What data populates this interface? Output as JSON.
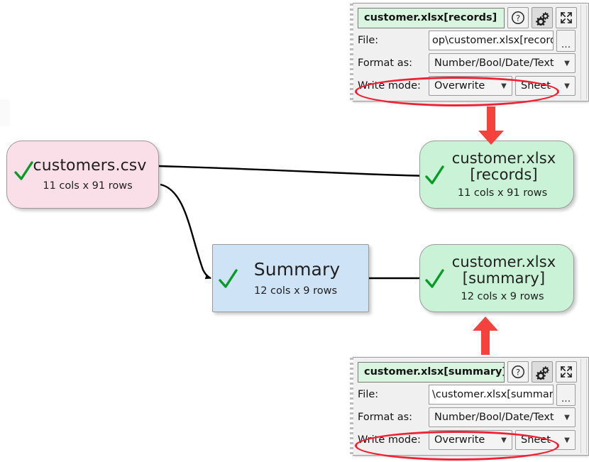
{
  "canvas": {
    "nodes": [
      {
        "id": "customers-csv",
        "title": "customers.csv",
        "subtitle": "11 cols x 91 rows",
        "status_icon": "green-check-icon",
        "color": "#fbdfe8",
        "kind": "source"
      },
      {
        "id": "summary",
        "title": "Summary",
        "subtitle": "12 cols x 9 rows",
        "status_icon": "green-check-icon",
        "color": "#cfe3f7",
        "kind": "transform"
      },
      {
        "id": "customer-xlsx-records",
        "title": "customer.xlsx",
        "title2": "[records]",
        "subtitle": "11 cols x 91 rows",
        "status_icon": "green-check-icon",
        "color": "#c9f2d6",
        "kind": "output"
      },
      {
        "id": "customer-xlsx-summary",
        "title": "customer.xlsx",
        "title2": "[summary]",
        "subtitle": "12 cols x 9 rows",
        "status_icon": "green-check-icon",
        "color": "#c9f2d6",
        "kind": "output"
      }
    ],
    "connector_arrow_color": "#000000",
    "callout_arrow_color": "#f4433c"
  },
  "panels": [
    {
      "id": "records-panel",
      "title": "customer.xlsx[records]",
      "header_buttons": [
        {
          "icon": "help-circle-icon",
          "label": "?"
        },
        {
          "icon": "gears-icon",
          "label": ""
        },
        {
          "icon": "expand-arrows-icon",
          "label": ""
        }
      ],
      "rows": [
        {
          "label": "File:",
          "value": "op\\customer.xlsx[records]",
          "browse_label": "...",
          "browse_icon": "ellipsis-icon"
        },
        {
          "label": "Format as:",
          "value": "Number/Bool/Date/Text",
          "caret_icon": "chevron-down-icon"
        },
        {
          "label": "Write mode:",
          "value": "Overwrite",
          "value2": "Sheet",
          "caret_icon": "chevron-down-icon",
          "highlighted": true
        }
      ]
    },
    {
      "id": "summary-panel",
      "title": "customer.xlsx[summary]",
      "header_buttons": [
        {
          "icon": "help-circle-icon",
          "label": "?"
        },
        {
          "icon": "gears-icon",
          "label": ""
        },
        {
          "icon": "expand-arrows-icon",
          "label": ""
        }
      ],
      "rows": [
        {
          "label": "File:",
          "value": "\\customer.xlsx[summary]",
          "browse_label": "...",
          "browse_icon": "ellipsis-icon"
        },
        {
          "label": "Format as:",
          "value": "Number/Bool/Date/Text",
          "caret_icon": "chevron-down-icon"
        },
        {
          "label": "Write mode:",
          "value": "Overwrite",
          "value2": "Sheet",
          "caret_icon": "chevron-down-icon",
          "highlighted": true
        }
      ]
    }
  ],
  "annotation": {
    "highlight_color": "#ee2233",
    "arrow_color": "#f4433c"
  }
}
